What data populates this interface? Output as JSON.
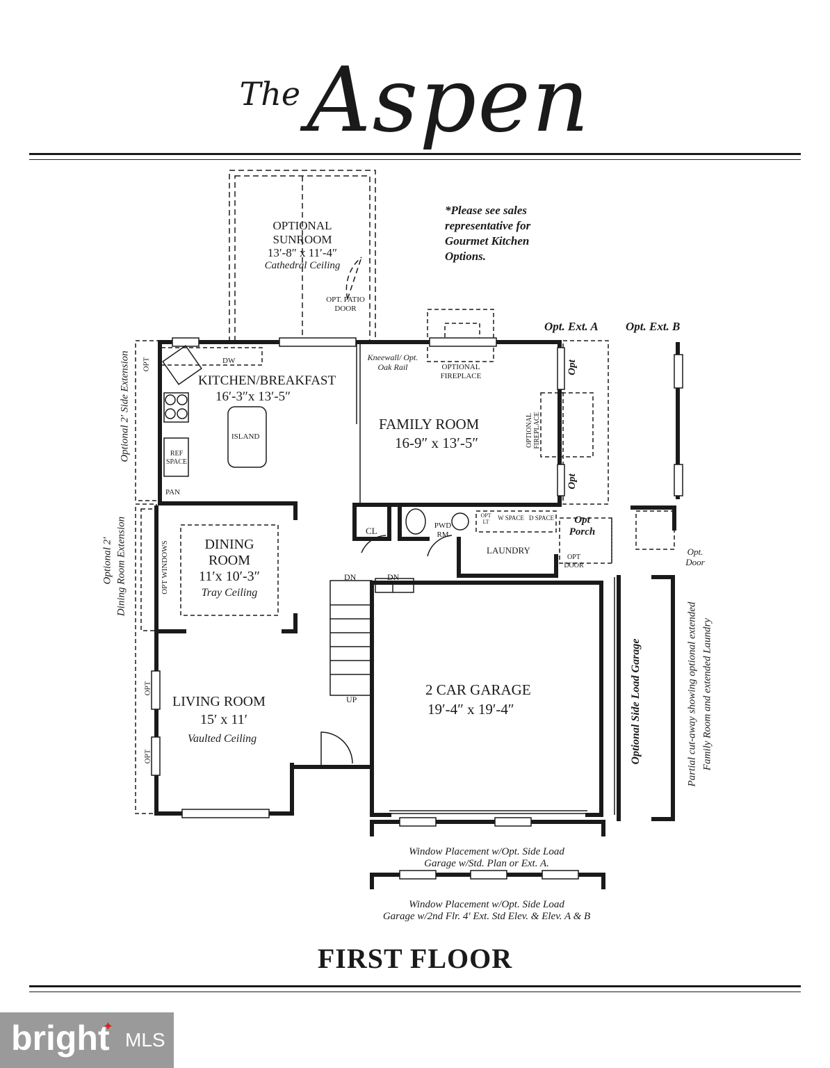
{
  "header": {
    "title_the": "The",
    "title_name": "Aspen"
  },
  "note": {
    "lines": [
      "*Please see sales",
      "representative for",
      "Gourmet Kitchen",
      "Options."
    ]
  },
  "rooms": {
    "sunroom": {
      "name1": "OPTIONAL",
      "name2": "SUNROOM",
      "dims": "13′-8″ x 11′-4″",
      "ceiling": "Cathedral Ceiling",
      "door": "OPT. PATIO DOOR"
    },
    "kitchen": {
      "name": "KITCHEN/BREAKFAST",
      "dims": "16′-3″x 13′-5″",
      "island": "ISLAND",
      "ref": "REF SPACE",
      "pan": "PAN",
      "dw": "DW",
      "opt": "OPT"
    },
    "family": {
      "name": "FAMILY ROOM",
      "dims": "16-9″ x 13′-5″",
      "kneewall": "Kneewall/ Opt. Oak Rail",
      "fireplace_top": "OPTIONAL FIREPLACE",
      "fireplace_side": "OPTIONAL FIREPLACE"
    },
    "dining": {
      "name1": "DINING",
      "name2": "ROOM",
      "dims": "11′x 10′-3″",
      "ceiling": "Tray Ceiling",
      "windows": "OPT WINDOWS"
    },
    "living": {
      "name": "LIVING ROOM",
      "dims": "15′ x 11′",
      "ceiling": "Vaulted Ceiling",
      "opt1": "OPT",
      "opt2": "OPT"
    },
    "garage": {
      "name": "2 CAR GARAGE",
      "dims": "19′-4″ x 19′-4″"
    },
    "misc": {
      "cl": "CL",
      "pwd": "PWD RM",
      "opt_lt": "OPT LT",
      "w": "W SPACE",
      "d": "D SPACE",
      "laundry": "LAUNDRY",
      "opt_porch": "Opt Porch",
      "opt_door": "OPT DOOR",
      "dn1": "DN",
      "dn2": "DN",
      "up": "UP"
    }
  },
  "ext": {
    "a": "Opt. Ext. A",
    "b": "Opt. Ext. B",
    "opt1": "Opt",
    "opt2": "Opt",
    "opt_door": "Opt. Door"
  },
  "side_labels": {
    "side_ext": "Optional 2′ Side Extension",
    "dining_ext_1": "Optional 2′",
    "dining_ext_2": "Dining Room Extension",
    "side_load": "Optional Side Load Garage",
    "cutaway_1": "Partial cut-away showing optional extended",
    "cutaway_2": "Family Room and extended Laundry"
  },
  "windows": {
    "w1_1": "Window Placement w/Opt. Side Load",
    "w1_2": "Garage w/Std. Plan or Ext. A.",
    "w2_1": "Window Placement w/Opt. Side Load",
    "w2_2": "Garage w/2nd Flr. 4′ Ext. Std Elev. & Elev. A & B"
  },
  "footer": {
    "floor": "FIRST FLOOR",
    "logo_bright": "bright",
    "logo_mls": "MLS"
  }
}
